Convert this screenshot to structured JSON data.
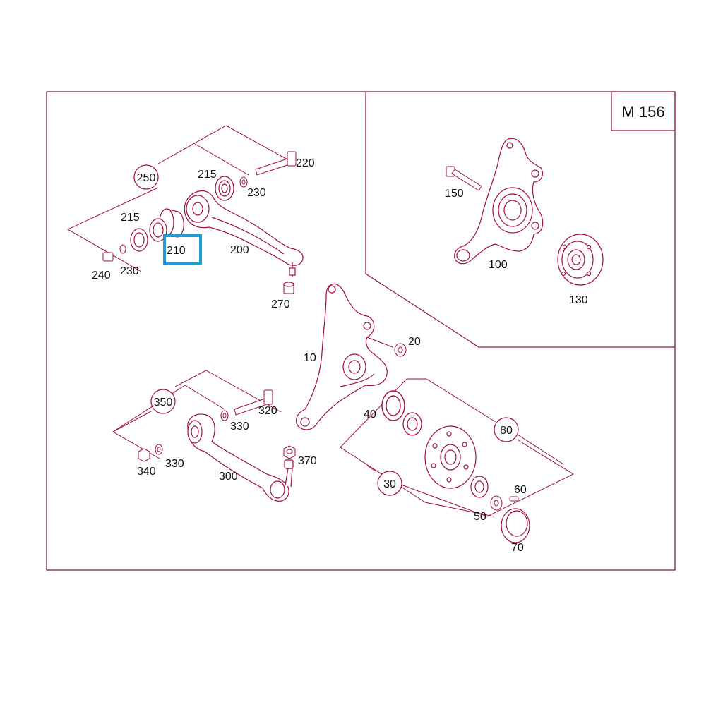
{
  "diagram": {
    "model_badge": "M 156",
    "colors": {
      "line": "#a0103a",
      "frame": "#6a1030",
      "text": "#111111",
      "highlight": "#1e9bd7"
    },
    "labels": {
      "p10": "10",
      "p20": "20",
      "p30": "30",
      "p40": "40",
      "p50": "50",
      "p60": "60",
      "p70": "70",
      "p80": "80",
      "p100": "100",
      "p130": "130",
      "p150": "150",
      "p200": "200",
      "p210": "210",
      "p215a": "215",
      "p215b": "215",
      "p220": "220",
      "p230a": "230",
      "p230b": "230",
      "p240": "240",
      "p250": "250",
      "p270": "270",
      "p300": "300",
      "p320": "320",
      "p330a": "330",
      "p330b": "330",
      "p340": "340",
      "p350": "350",
      "p370": "370"
    },
    "highlighted_part": "210"
  }
}
